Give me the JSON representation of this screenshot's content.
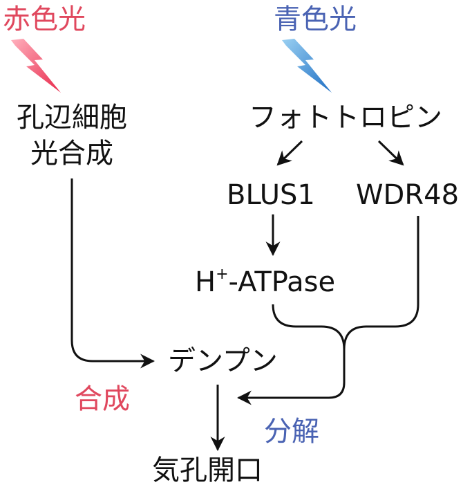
{
  "red_light": {
    "label": "赤色光",
    "color": "#e0485e"
  },
  "blue_light": {
    "label": "青色光",
    "color": "#4a63b3"
  },
  "guard_cell_photosynthesis": {
    "line1": "孔辺細胞",
    "line2": "光合成"
  },
  "phototropin": "フォトトロピン",
  "blus1": "BLUS1",
  "wdr48": "WDR48",
  "h_atpase": {
    "prefix": "H",
    "superscript": "+",
    "suffix": "-ATPase"
  },
  "starch": "デンプン",
  "synthesis": "合成",
  "degradation": "分解",
  "stomatal_opening": "気孔開口"
}
